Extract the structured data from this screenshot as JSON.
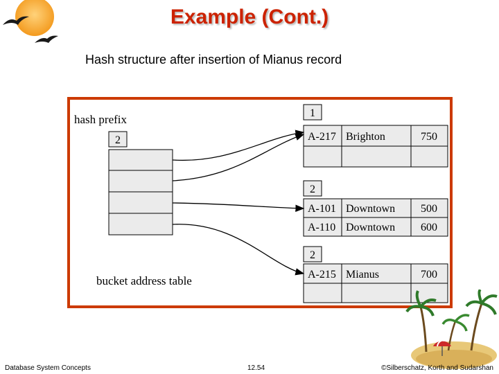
{
  "slide": {
    "title": "Example (Cont.)",
    "subtitle": "Hash structure after insertion of Mianus record"
  },
  "diagram": {
    "hash_prefix_label": "hash prefix",
    "global_depth": "2",
    "bucket_table_label": "bucket address table",
    "buckets": [
      {
        "local_depth": "1",
        "records": [
          {
            "account": "A-217",
            "branch": "Brighton",
            "balance": "750"
          },
          {
            "account": "",
            "branch": "",
            "balance": ""
          }
        ]
      },
      {
        "local_depth": "2",
        "records": [
          {
            "account": "A-101",
            "branch": "Downtown",
            "balance": "500"
          },
          {
            "account": "A-110",
            "branch": "Downtown",
            "balance": "600"
          }
        ]
      },
      {
        "local_depth": "2",
        "records": [
          {
            "account": "A-215",
            "branch": "Mianus",
            "balance": "700"
          },
          {
            "account": "",
            "branch": "",
            "balance": ""
          }
        ]
      }
    ]
  },
  "footer": {
    "left": "Database System Concepts",
    "center": "12.54",
    "right": "©Silberschatz, Korth and Sudarshan"
  },
  "colors": {
    "title": "#cc2200",
    "frame_border": "#cc3a00",
    "table_fill": "#ebebeb"
  }
}
